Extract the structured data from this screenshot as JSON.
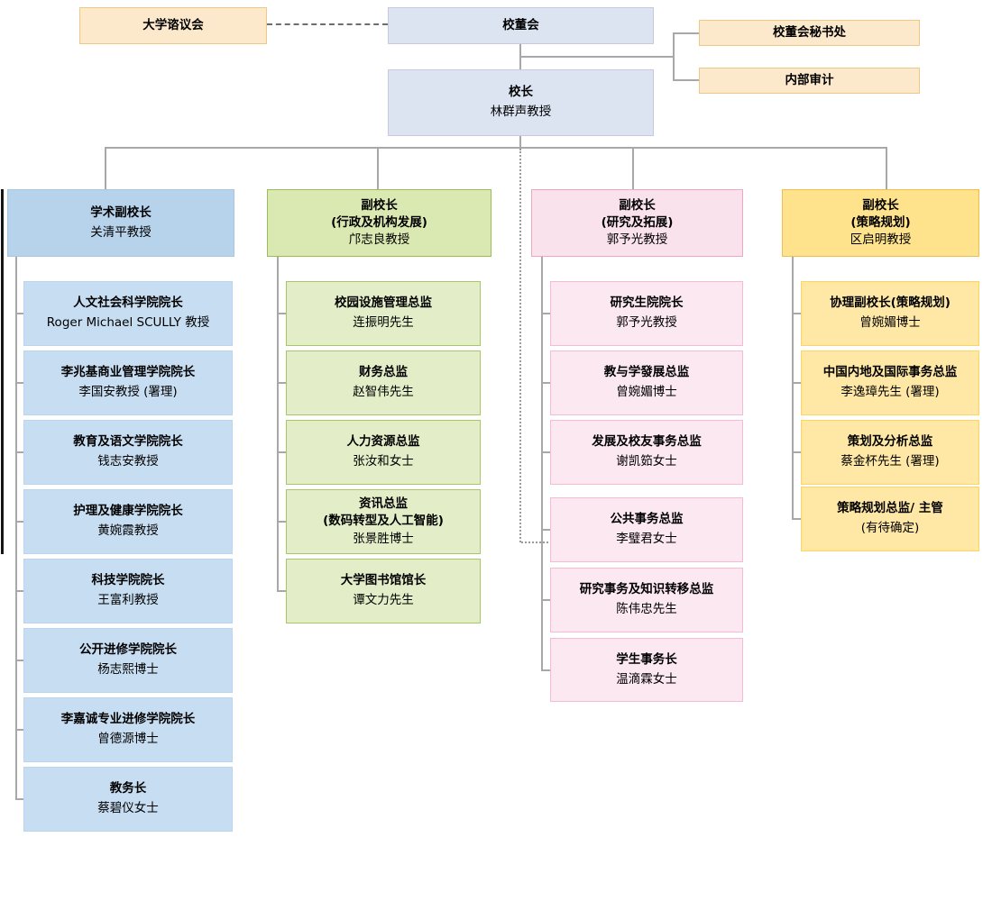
{
  "top": {
    "council": "大学谘议会",
    "board": "校董会",
    "secretariat": "校董会秘书处",
    "audit": "内部审计",
    "president": {
      "title": "校长",
      "name": "林群声教授"
    }
  },
  "columns": [
    {
      "theme": "blue",
      "header": {
        "title": "学术副校长",
        "name": "关清平教授"
      },
      "items": [
        {
          "title": "人文社会科学院院长",
          "name": "Roger Michael SCULLY 教授"
        },
        {
          "title": "李兆基商业管理学院院长",
          "name": "李国安教授 (署理)"
        },
        {
          "title": "教育及语文学院院长",
          "name": "钱志安教授"
        },
        {
          "title": "护理及健康学院院长",
          "name": "黄婉霞教授"
        },
        {
          "title": "科技学院院长",
          "name": "王富利教授"
        },
        {
          "title": "公开进修学院院长",
          "name": "杨志熙博士"
        },
        {
          "title": "李嘉诚专业进修学院院长",
          "name": "曾德源博士"
        },
        {
          "title": "教务长",
          "name": "蔡碧仪女士"
        }
      ]
    },
    {
      "theme": "green",
      "header": {
        "title": "副校长",
        "title2": "(行政及机构发展)",
        "name": "邝志良教授"
      },
      "items": [
        {
          "title": "校园设施管理总监",
          "name": "连振明先生"
        },
        {
          "title": "财务总监",
          "name": "赵智伟先生"
        },
        {
          "title": "人力资源总监",
          "name": "张汝和女士"
        },
        {
          "title": "资讯总监",
          "title2": "(数码转型及人工智能)",
          "name": "张景胜博士"
        },
        {
          "title": "大学图书馆馆长",
          "name": "谭文力先生"
        }
      ]
    },
    {
      "theme": "pink",
      "header": {
        "title": "副校长",
        "title2": "(研究及拓展)",
        "name": "郭予光教授"
      },
      "items": [
        {
          "title": "研究生院院长",
          "name": "郭予光教授"
        },
        {
          "title": "教与学發展总监",
          "name": "曾婉媚博士"
        },
        {
          "title": "发展及校友事务总监",
          "name": "谢凯筎女士"
        },
        {
          "title": "公共事务总监",
          "name": "李璧君女士"
        },
        {
          "title": "研究事务及知识转移总监",
          "name": "陈伟忠先生"
        },
        {
          "title": "学生事务长",
          "name": "温滴霖女士"
        }
      ]
    },
    {
      "theme": "yellow",
      "header": {
        "title": "副校长",
        "title2": "(策略规划)",
        "name": "区启明教授"
      },
      "items": [
        {
          "title": "协理副校长(策略规划)",
          "name": "曾婉媚博士"
        },
        {
          "title": "中国内地及国际事务总监",
          "name": "李逸璋先生 (署理)"
        },
        {
          "title": "策划及分析总监",
          "name": "蔡金杯先生 (署理)"
        },
        {
          "title": "策略规划总监/ 主管",
          "name": "(有待确定)"
        }
      ]
    }
  ],
  "colors": {
    "orange_fill": "#FCE9CC",
    "orange_border": "#F0C886",
    "periwinkle_fill": "#DCE3F1",
    "periwinkle_border": "#C9C8DF",
    "blue_header_fill": "#B7D3EC",
    "blue_item_fill": "#C7DDF2",
    "green_header_fill": "#DAE8B2",
    "green_border": "#9CBC56",
    "pink_header_fill": "#F9E2EC",
    "pink_border": "#EFA6C3",
    "yellow_header_fill": "#FFE28C",
    "yellow_border": "#EFBE4D",
    "connector": "#A8A8A8"
  }
}
